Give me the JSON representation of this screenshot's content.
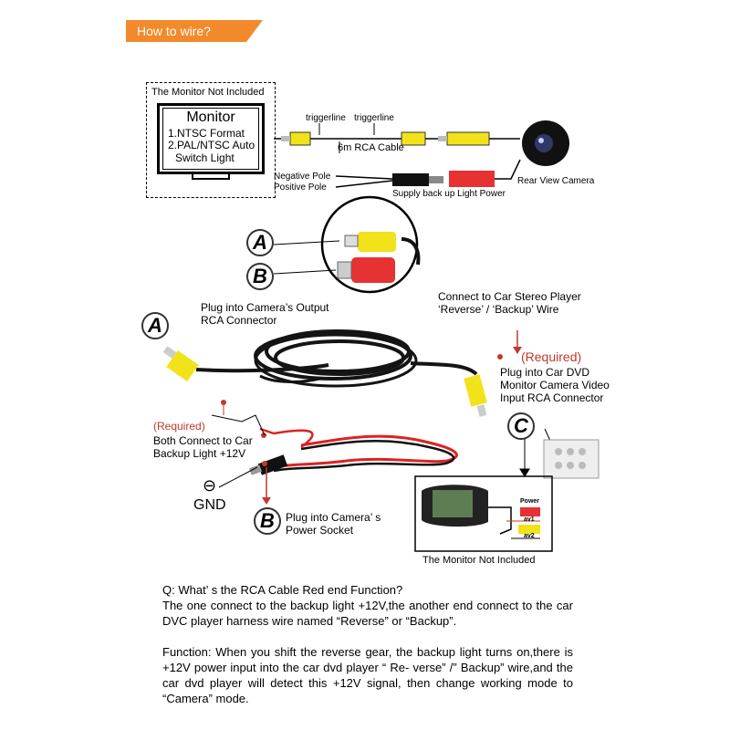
{
  "banner": {
    "title": "How to wire?"
  },
  "monitor_box": {
    "note": "The Monitor Not Included",
    "title": "Monitor",
    "line1": "1.NTSC Format",
    "line2": "2.PAL/NTSC Auto",
    "line3": "Switch Light"
  },
  "top_diagram": {
    "triggerline_1": "triggerline",
    "triggerline_2": "triggerline",
    "cable_label": "6m RCA Cable",
    "negative_pole": "Negative Pole",
    "positive_pole": "Positive Pole",
    "power_label": "Supply back up Light Power",
    "camera_label": "Rear View Camera"
  },
  "letters": {
    "a": "A",
    "b": "B",
    "c": "C"
  },
  "mid_diagram": {
    "plug_camera_output": [
      "Plug into Camera’s Output",
      "RCA Connector"
    ],
    "connect_stereo": [
      "Connect to Car Stereo Player",
      "‘Reverse’ / ‘Backup’ Wire"
    ],
    "required_1": "(Required)",
    "plug_dvd": [
      "Plug into Car DVD",
      "Monitor Camera Video",
      "Input RCA Connector"
    ],
    "required_2": "(Required)",
    "both_connect": [
      "Both Connect to Car",
      "Backup Light +12V"
    ],
    "gnd_symbol": "⊖",
    "gnd_label": "GND",
    "plug_power": [
      "Plug into Camera’ s",
      "Power Socket"
    ],
    "power_tag": "Power",
    "av1_tag": "av1",
    "av2_tag": "av2",
    "monitor_not_included": "The Monitor Not Included"
  },
  "qa": {
    "question": "Q: What’ s the RCA Cable Red end Function?",
    "answer": "The one connect to the backup light +12V,the another end connect to the car DVC player harness wire named “Reverse” or “Backup”.",
    "function": "Function: When you shift the reverse gear, the backup light turns on,there is +12V power input into the car dvd player “ Re- verse” /” Backup” wire,and the car dvd player will detect this +12V signal, then change working mode to “Camera” mode."
  },
  "colors": {
    "banner": "#f28a2b",
    "rca_yellow": "#f2e21a",
    "rca_red": "#e63232",
    "required_red": "#c0392b",
    "cable_black": "#141414"
  }
}
